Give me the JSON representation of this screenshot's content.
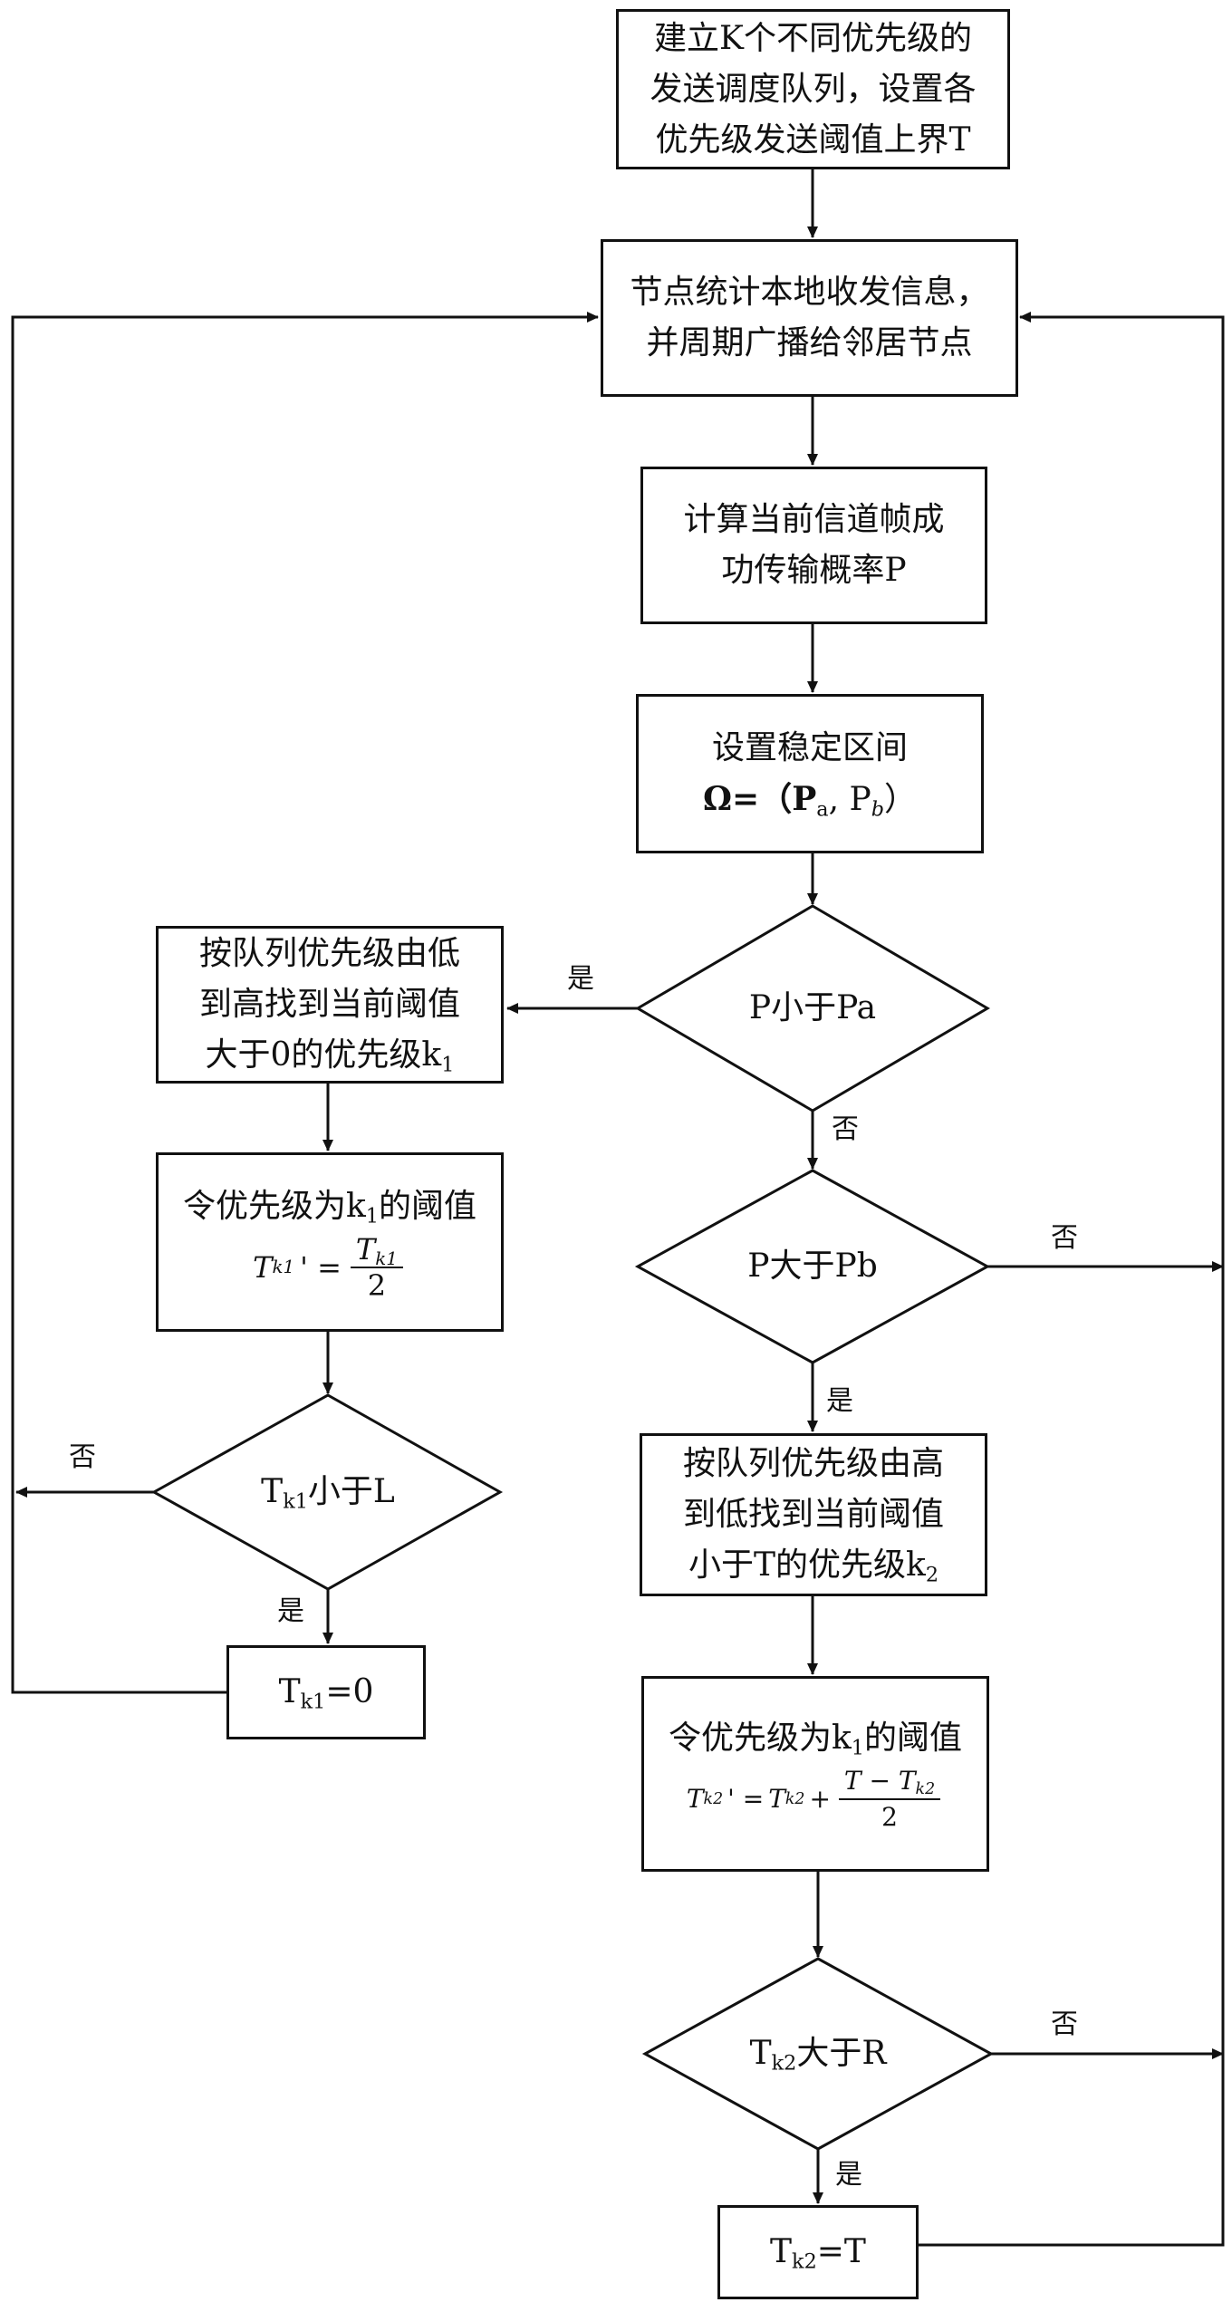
{
  "nodes": {
    "init": {
      "line1": "建立K个不同优先级的",
      "line2": "发送调度队列，设置各",
      "line3": "优先级发送阈值上界T"
    },
    "stats": {
      "line1": "节点统计本地收发信息，",
      "line2": "并周期广播给邻居节点"
    },
    "calc": {
      "line1": "计算当前信道帧成",
      "line2": "功传输概率P"
    },
    "interval": {
      "line1": "设置稳定区间",
      "omega": "Ω=（P",
      "a": "a",
      "sep": ", P",
      "b": "b",
      "close": "）"
    },
    "less_pa": {
      "label": "P小于Pa"
    },
    "more_pb": {
      "label": "P大于Pb"
    },
    "find_low": {
      "line1": "按队列优先级由低",
      "line2": "到高找到当前阈值",
      "line3": "大于0的优先级k",
      "sub": "1"
    },
    "half": {
      "line1_a": "令优先级为k",
      "line1_sub": "1",
      "line1_b": "的阈值",
      "lhs": "T",
      "lhs_sub": "k1",
      "prime_eq": "' =",
      "num": "T",
      "num_sub": "k1",
      "den": "2"
    },
    "tk1_less_l": {
      "pre": "T",
      "sub": "k1",
      "post": "小于L"
    },
    "tk1_zero": {
      "pre": "T",
      "sub": "k1",
      "post": "=0"
    },
    "find_high": {
      "line1": "按队列优先级由高",
      "line2": "到低找到当前阈值",
      "line3": "小于T的优先级k",
      "sub": "2"
    },
    "raise": {
      "line1_a": "令优先级为k",
      "line1_sub": "1",
      "line1_b": "的阈值",
      "lhs": "T",
      "lhs_sub": "k2",
      "prime_eq": "' =",
      "rhs_t": "T",
      "rhs_sub": "k2",
      "plus": "+",
      "num": "T − T",
      "num_sub": "k2",
      "den": "2"
    },
    "tk2_more_r": {
      "pre": "T",
      "sub": "k2",
      "post": "大于R"
    },
    "tk2_t": {
      "pre": "T",
      "sub": "k2",
      "post": "=T"
    }
  },
  "edge_labels": {
    "yes_pa": "是",
    "no_pa": "否",
    "no_pb": "否",
    "yes_pb": "是",
    "no_tk1": "否",
    "yes_tk1": "是",
    "no_tk2": "否",
    "yes_tk2": "是"
  }
}
